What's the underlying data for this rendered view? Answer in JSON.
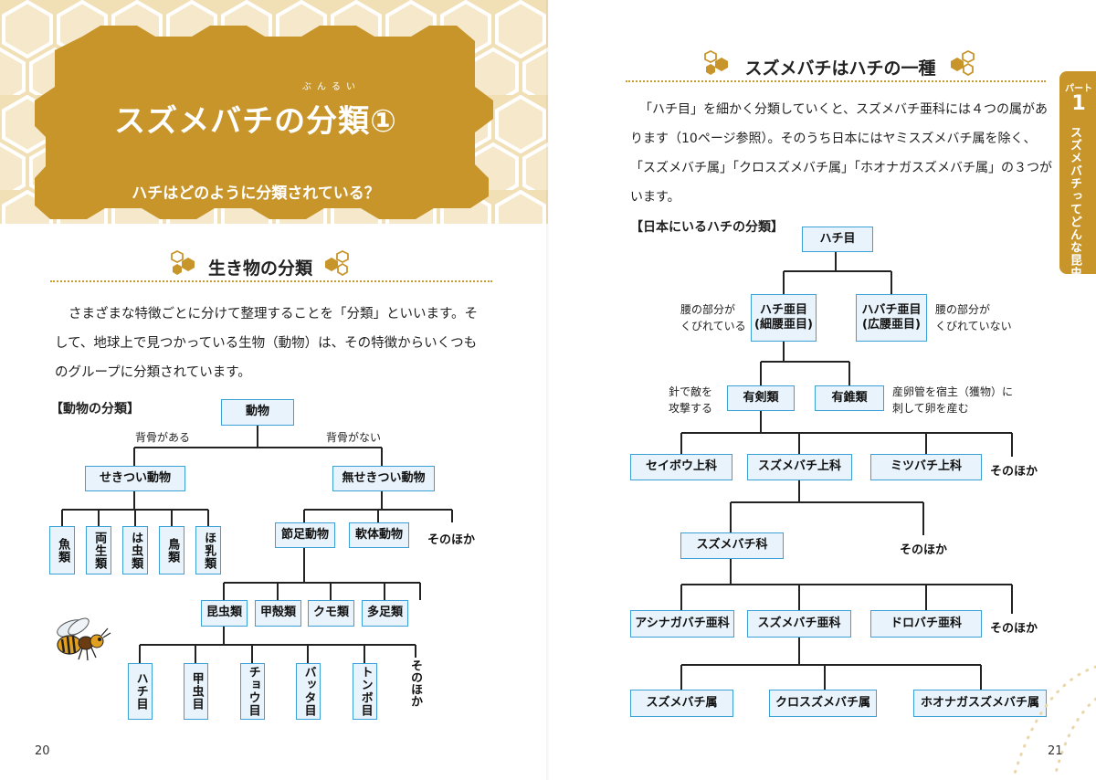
{
  "left_page": {
    "title": "スズメバチの分類①",
    "title_ruby": "ぶんるい",
    "subtitle": "ハチはどのように分類されている？",
    "section_heading": "生き物の分類",
    "paragraph_lines": [
      "さまざまな特徴ごとに分けて整理することを「分類」といいます。そ",
      "して、地球上で見つかっている生物（動物）は、その特徴からいくつも",
      "のグループに分類されています。"
    ],
    "diagram_title": "【動物の分類】",
    "tree": {
      "root": "動物",
      "label_backbone": "背骨がある",
      "label_no_backbone": "背骨がない",
      "vertebrates": "せきつい動物",
      "invertebrates": "無せきつい動物",
      "vertebrate_classes": [
        "魚類",
        "両生類",
        "は虫類",
        "鳥類",
        "ほ乳類"
      ],
      "invertebrate_groups": [
        "節足動物",
        "軟体動物"
      ],
      "other": "そのほか",
      "arthropod_groups": [
        "昆虫類",
        "甲殻類",
        "クモ類",
        "多足類"
      ],
      "insect_orders": [
        "ハチ目",
        "甲虫目",
        "チョウ目",
        "バッタ目",
        "トンボ目"
      ],
      "insect_other": "そのほか"
    },
    "page_number": "20"
  },
  "right_page": {
    "section_heading": "スズメバチはハチの一種",
    "paragraph_lines": [
      "「ハチ目」を細かく分類していくと、スズメバチ亜科には４つの属があ",
      "ります（10ページ参照）。そのうち日本にはヤミスズメバチ属を除く、",
      "「スズメバチ属」「クロスズメバチ属」「ホオナガスズメバチ属」の３つが",
      "います。"
    ],
    "diagram_title": "【日本にいるハチの分類】",
    "tree": {
      "root": "ハチ目",
      "apocrita_line1": "ハチ亜目",
      "apocrita_line2": "(細腰亜目)",
      "symphyta_line1": "ハバチ亜目",
      "symphyta_line2": "(広腰亜目)",
      "note_narrow_waist": [
        "腰の部分が",
        "くびれている"
      ],
      "note_broad_waist": [
        "腰の部分が",
        "くびれていない"
      ],
      "aculeata": "有剣類",
      "parasitica": "有錐類",
      "note_sting": [
        "針で敵を",
        "攻撃する"
      ],
      "note_ovipositor": [
        "産卵管を宿主（獲物）に",
        "刺して卵を産む"
      ],
      "superfamilies": [
        "セイボウ上科",
        "スズメバチ上科",
        "ミツバチ上科"
      ],
      "other1": "そのほか",
      "family": "スズメバチ科",
      "other2": "そのほか",
      "subfamilies": [
        "アシナガバチ亜科",
        "スズメバチ亜科",
        "ドロバチ亜科"
      ],
      "other3": "そのほか",
      "genera": [
        "スズメバチ属",
        "クロスズメバチ属",
        "ホオナガスズメバチ属"
      ]
    },
    "page_number": "21"
  },
  "side_tab": {
    "part_label": "パート",
    "part_number": "1",
    "text": "スズメバチってどんな昆虫"
  },
  "colors": {
    "gold": "#c8952b",
    "honeycomb": "#f3e3bf",
    "box_border": "#3aa0d6",
    "box_fill": "#e8f3fb"
  }
}
